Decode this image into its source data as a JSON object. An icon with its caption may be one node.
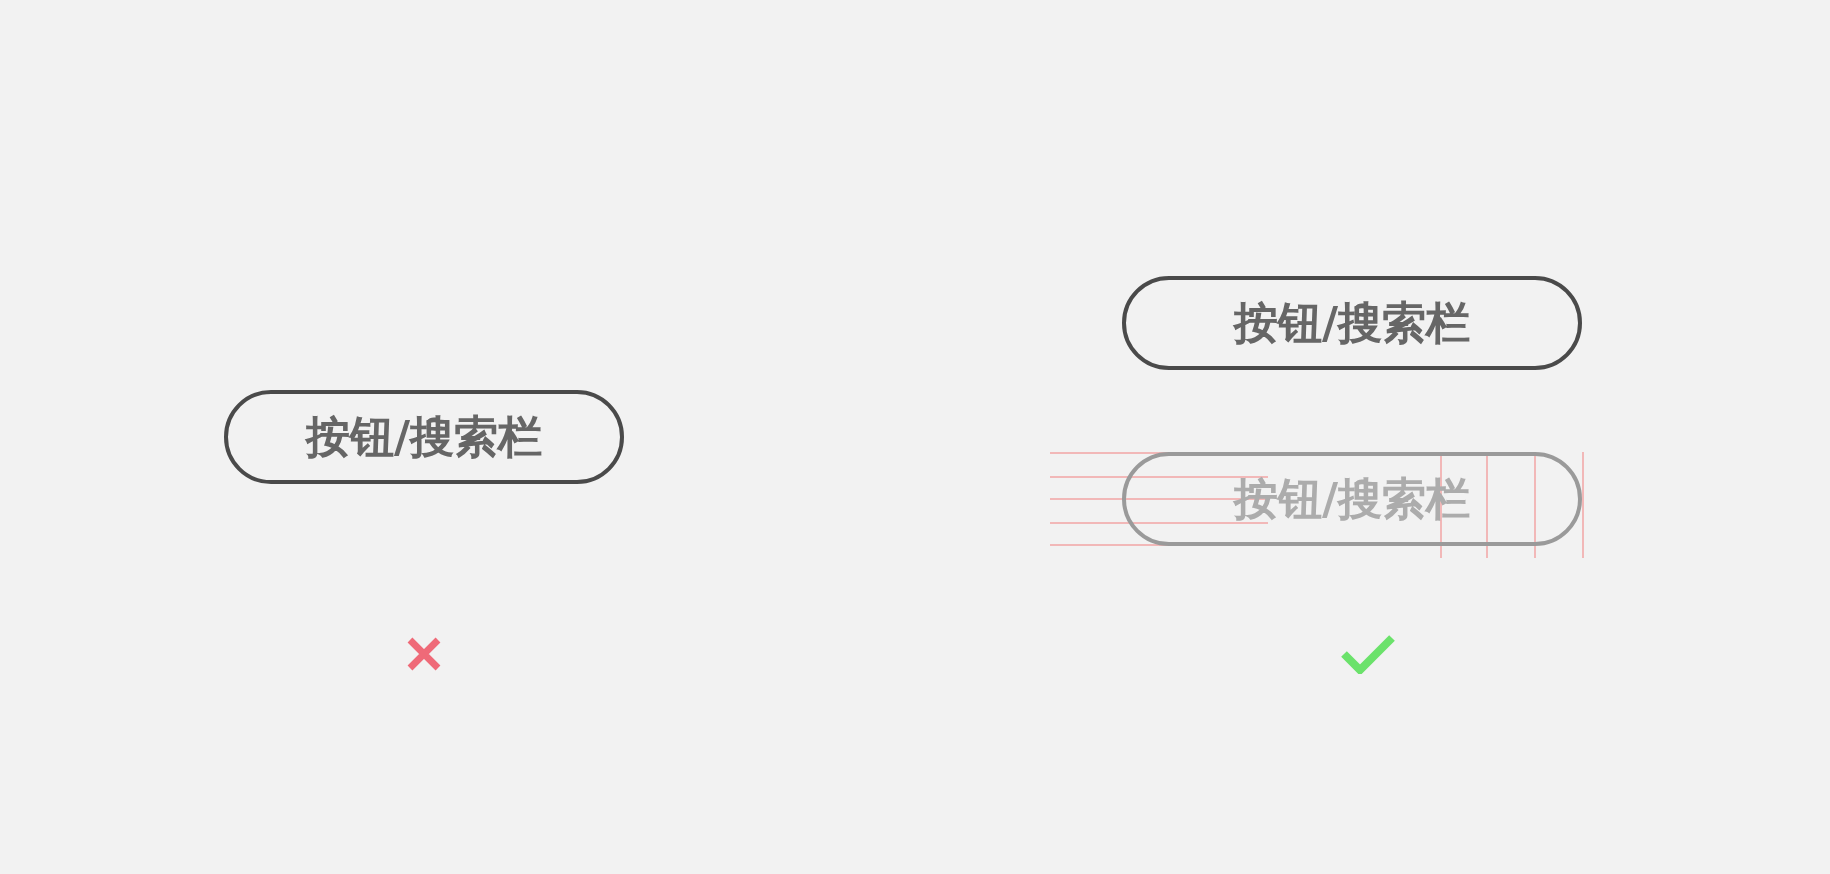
{
  "diagram": {
    "nodes": [
      {
        "text": [
          "按钮/搜索栏"
        ]
      },
      {
        "text": [
          "按钮/搜索栏"
        ]
      },
      {
        "text": [
          "按钮/搜索栏"
        ]
      }
    ]
  }
}
